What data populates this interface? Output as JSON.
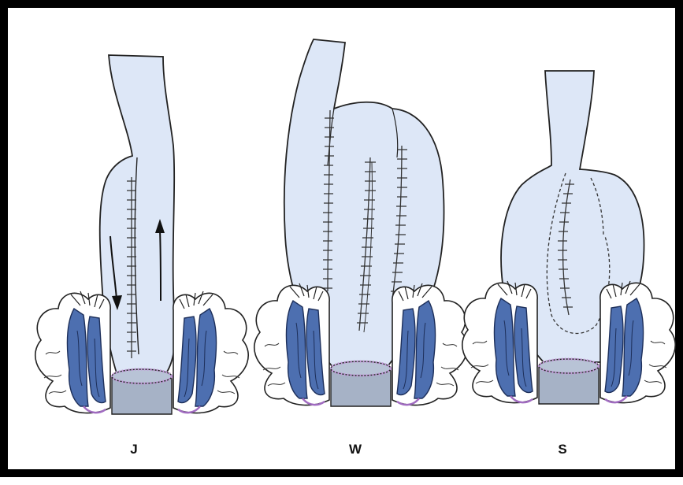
{
  "figure": {
    "panels": [
      {
        "id": "j",
        "label": "J"
      },
      {
        "id": "w",
        "label": "W"
      },
      {
        "id": "s",
        "label": "S"
      }
    ]
  },
  "colors": {
    "frame": "#000000",
    "bowel_fill": "#dde7f7",
    "muscle_blue": "#4d6fb0",
    "anal_canal": "#a6b2c6",
    "anastomosis_ring": "#c29bd8",
    "tissue_outline": "#222222"
  }
}
